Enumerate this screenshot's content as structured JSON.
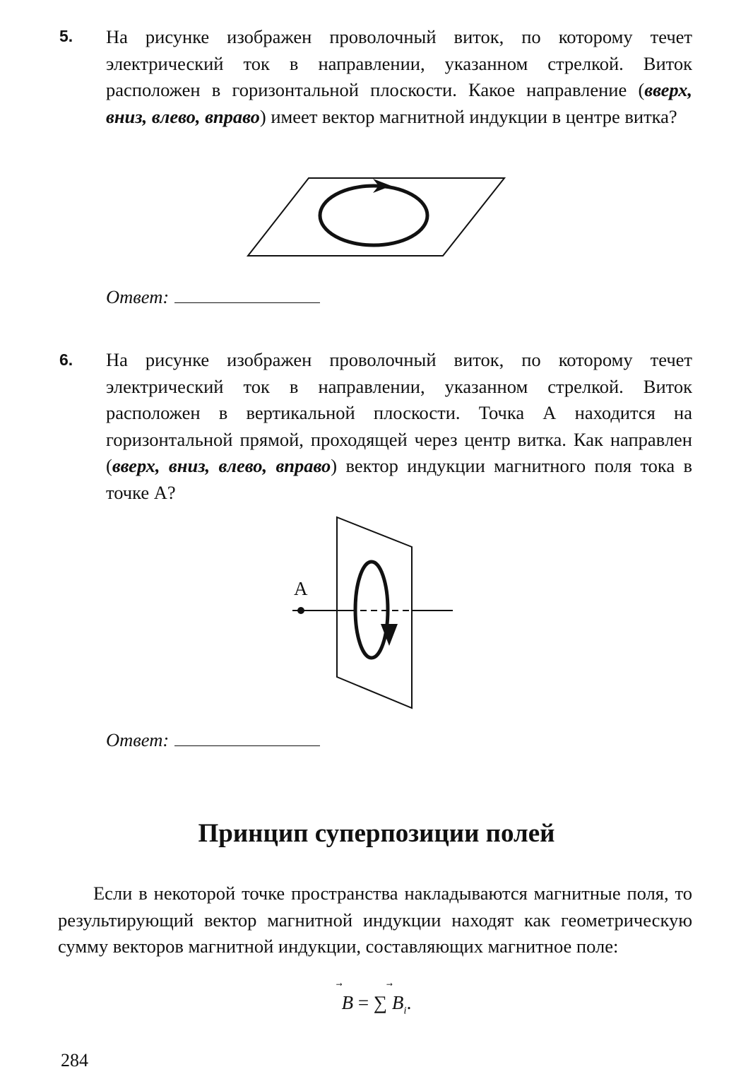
{
  "problems": [
    {
      "number": "5.",
      "text_before": "На рисунке изображен проволочный виток, по которому течет электрический ток в направлении, указанном стрелкой. Виток расположен в горизонтальной плоскости. Какое направление (",
      "options": "вверх, вниз, влево, вправо",
      "text_after": ") имеет вектор магнитной индукции в центре витка?",
      "answer_label": "Ответ:"
    },
    {
      "number": "6.",
      "text_before": "На рисунке изображен проволочный виток, по которому течет электрический ток в направлении, указанном стрелкой. Виток расположен в вертикальной плоскости. Точка А находится на горизонтальной прямой, проходящей через центр витка. Как направлен (",
      "options": "вверх, вниз, влево, вправо",
      "text_after": ") вектор индукции магнитного поля тока в точке А?",
      "point_label": "А",
      "answer_label": "Ответ:"
    }
  ],
  "section": {
    "heading": "Принцип суперпозиции полей",
    "paragraph": "Если в некоторой точке пространства накладываются магнитные поля, то результирующий вектор магнитной индукции находят как геометрическую сумму векторов магнитной индукции, составляющих магнитное поле:",
    "formula_lhs": "B",
    "formula_op": " = ∑ ",
    "formula_rhs": "B",
    "formula_sub": "i",
    "formula_end": "."
  },
  "page_number": "284"
}
